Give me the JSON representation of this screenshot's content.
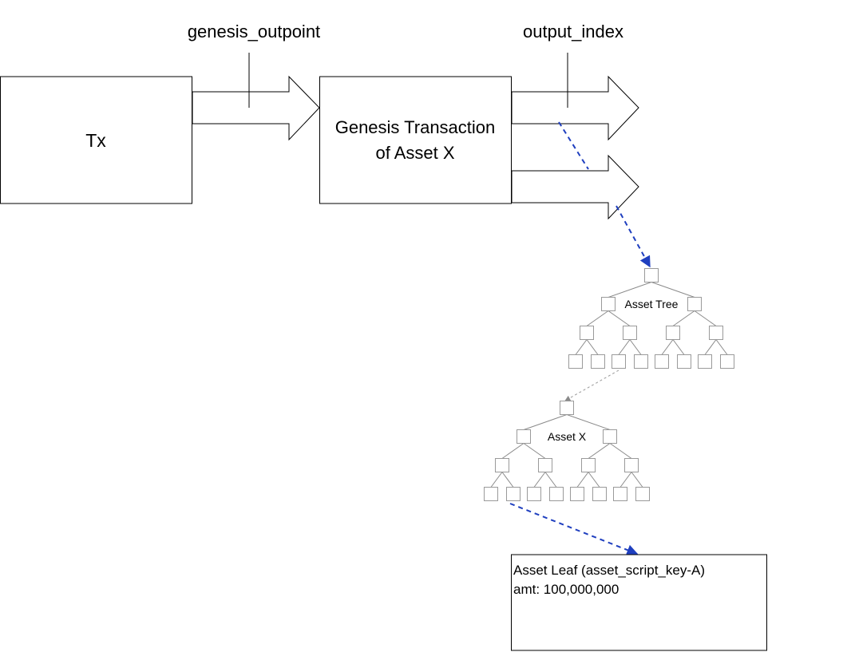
{
  "labels": {
    "tx": "Tx",
    "genesis_outpoint": "genesis_outpoint",
    "output_index": "output_index",
    "genesis_line1": "Genesis Transaction",
    "genesis_line2": "of Asset X",
    "asset_tree": "Asset Tree",
    "asset_x": "Asset X",
    "leaf_line1": "Asset Leaf (asset_script_key-A)",
    "leaf_line2": "amt: 100,000,000"
  },
  "colors": {
    "box_stroke": "#000000",
    "node_stroke": "#9a9a9a",
    "edge_stroke": "#8a8a8a",
    "blue_dashed": "#1f3fbf",
    "gray_dashed": "#9a9a9a"
  }
}
